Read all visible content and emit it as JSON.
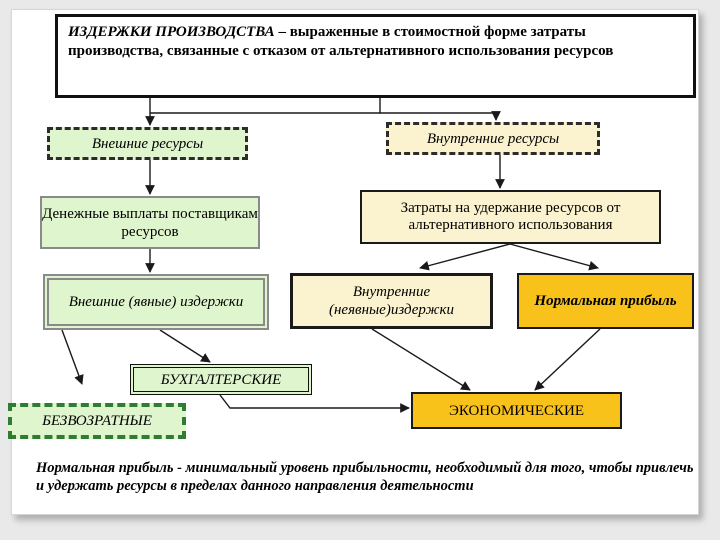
{
  "definition": {
    "term": "ИЗДЕРЖКИ ПРОИЗВОДСТВА",
    "text": " – выраженные в стоимостной форме затраты производства, связанные с отказом от альтернативного использования ресурсов"
  },
  "boxes": {
    "external_resources": "Внешние ресурсы",
    "internal_resources": "Внутренние ресурсы",
    "payments": "Денежные выплаты поставщикам ресурсов",
    "retention": "Затраты на удержание ресурсов от альтернативного использования",
    "explicit_costs": "Внешние (явные) издержки",
    "implicit_costs": "Внутренние (неявные)издержки",
    "normal_profit": "Нормальная прибыль",
    "accounting": "БУХГАЛТЕРСКИЕ",
    "sunk": "БЕЗВОЗРАТНЫЕ",
    "economic": "ЭКОНОМИЧЕСКИЕ"
  },
  "footnote": "Нормальная прибыль - минимальный уровень прибыльности, необходимый для того, чтобы привлечь и удержать ресурсы в пределах данного направления деятельности",
  "colors": {
    "external_fill": "#dff5cd",
    "internal_fill": "#fbf3cf",
    "orange_fill": "#f8c21a",
    "sunk_border": "#2e7d32",
    "background": "#e9e9e9"
  }
}
